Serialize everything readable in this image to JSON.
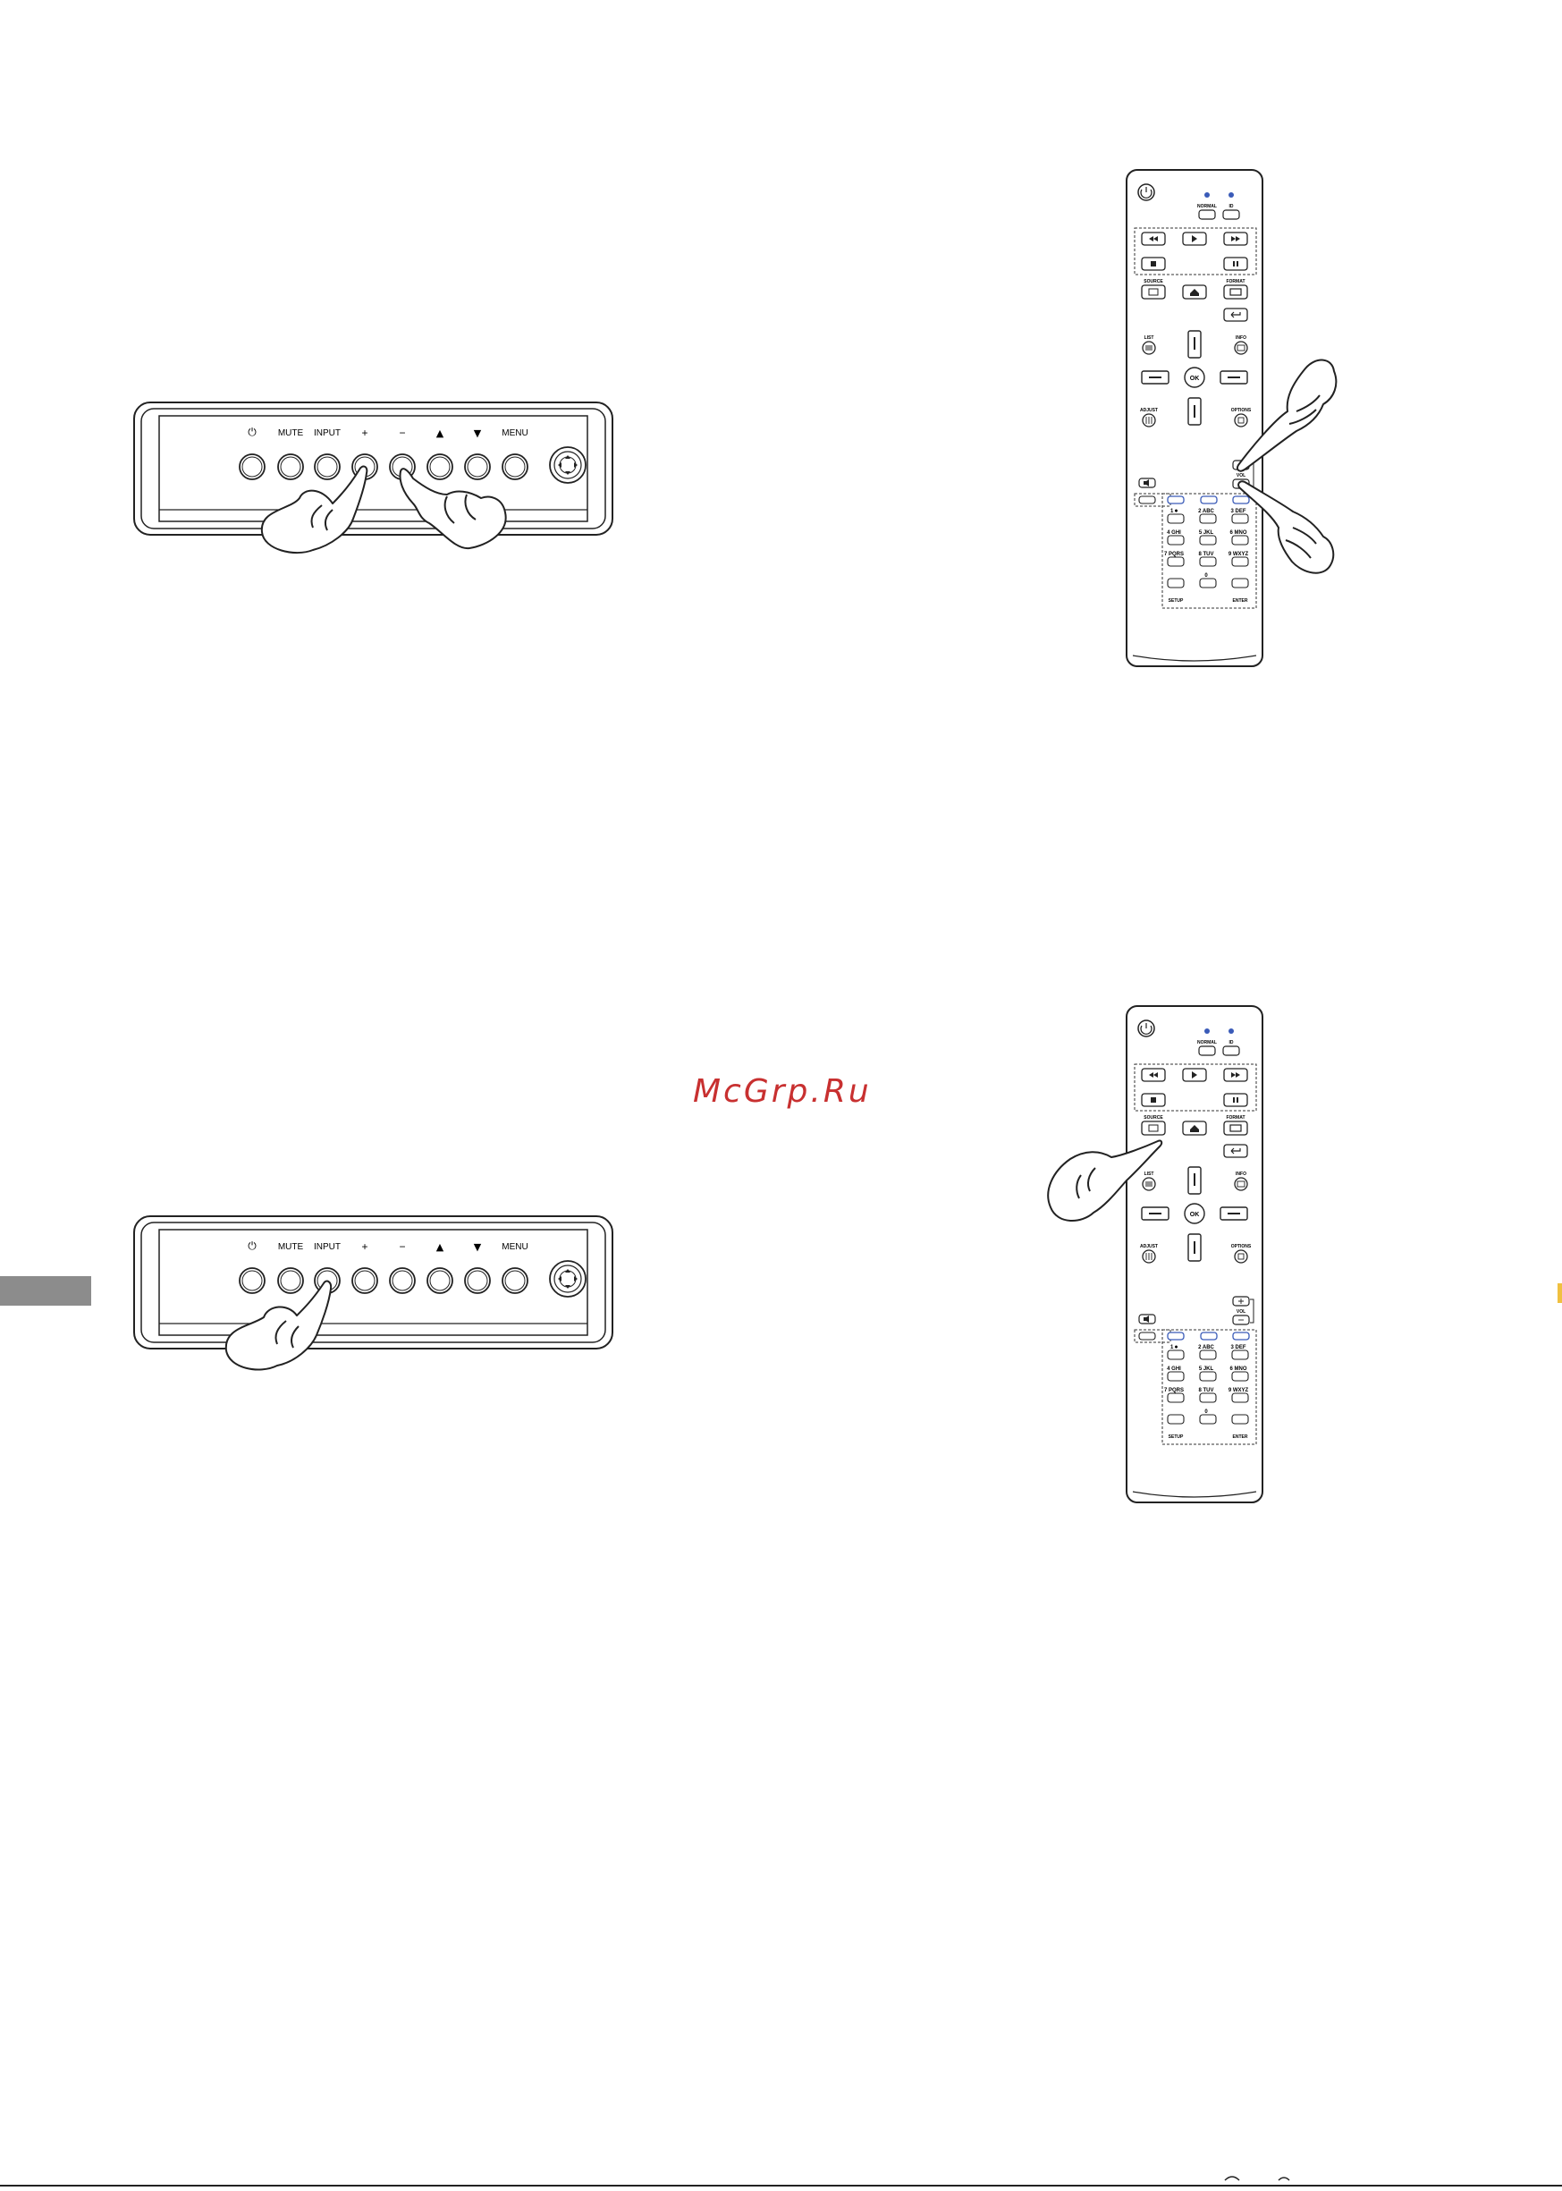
{
  "watermark": "McGrp.Ru",
  "panel": {
    "labels": [
      {
        "id": "power",
        "text": "⏻"
      },
      {
        "id": "mute",
        "text": "MUTE"
      },
      {
        "id": "input",
        "text": "INPUT"
      },
      {
        "id": "plus",
        "text": "+"
      },
      {
        "id": "minus",
        "text": "−"
      },
      {
        "id": "up",
        "text": "▲"
      },
      {
        "id": "down",
        "text": "▼"
      },
      {
        "id": "menu",
        "text": "MENU"
      }
    ]
  },
  "remote": {
    "normal": "NORMAL",
    "id": "ID",
    "source": "SOURCE",
    "format": "FORMAT",
    "list": "LIST",
    "info": "INFO",
    "ok": "OK",
    "adjust": "ADJUST",
    "options": "OPTIONS",
    "vol": "VOL",
    "keypad": [
      "1 ⏺",
      "2 ABC",
      "3 DEF",
      "4 GHI",
      "5 JKL",
      "6 MNO",
      "7 PQRS",
      "8 TUV",
      "9 WXYZ",
      "",
      "0",
      ""
    ],
    "keypad_bottom_left": "SETUP",
    "keypad_bottom_right": "ENTER"
  },
  "colors": {
    "watermark": "#c83030",
    "led": "#3a5bb8",
    "tab": "#8c8c8c"
  }
}
